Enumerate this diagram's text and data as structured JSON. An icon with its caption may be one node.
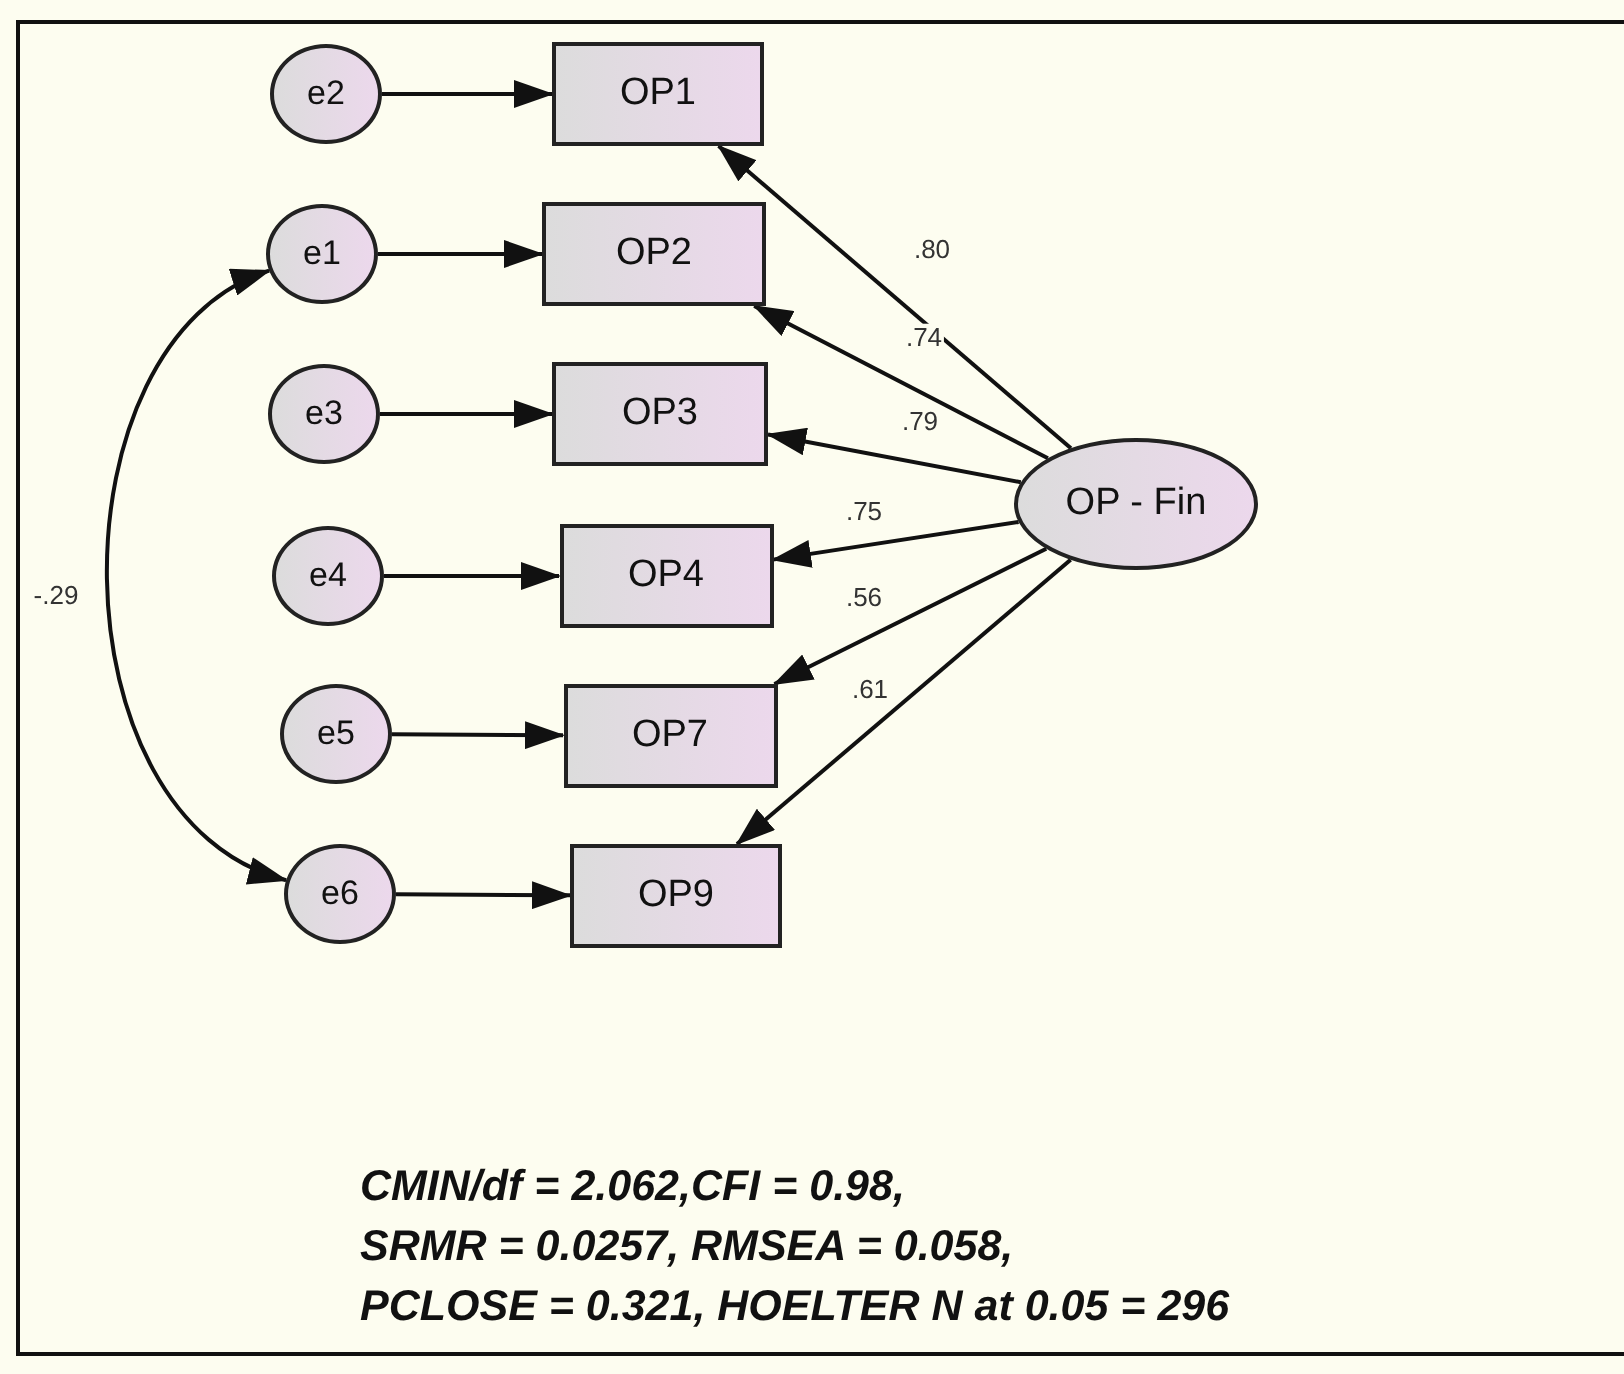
{
  "diagram": {
    "nodes": [
      {
        "text": [
          "e2"
        ]
      },
      {
        "text": [
          "OP1"
        ]
      },
      {
        "text": [
          "e1"
        ]
      },
      {
        "text": [
          "OP2"
        ]
      },
      {
        "text": [
          "e3"
        ]
      },
      {
        "text": [
          "OP3"
        ]
      },
      {
        "text": [
          "OP - Fin"
        ]
      },
      {
        "text": [
          "e4"
        ]
      },
      {
        "text": [
          "OP4"
        ]
      },
      {
        "text": [
          "e5"
        ]
      },
      {
        "text": [
          "OP7"
        ]
      },
      {
        "text": [
          "e6"
        ]
      },
      {
        "text": [
          "OP9"
        ]
      }
    ],
    "edges": [
      {
        "from": 0,
        "to": 1,
        "arrow": "to"
      },
      {
        "from": 2,
        "to": 3,
        "arrow": "to"
      },
      {
        "from": 4,
        "to": 5,
        "arrow": "to"
      },
      {
        "from": 7,
        "to": 8,
        "arrow": "to"
      },
      {
        "from": 9,
        "to": 10,
        "arrow": "to"
      },
      {
        "from": 11,
        "to": 12,
        "arrow": "to"
      },
      {
        "from": 6,
        "to": 1,
        "arrow": "to",
        "label": ".80"
      },
      {
        "from": 6,
        "to": 3,
        "arrow": "to",
        "label": ".74"
      },
      {
        "from": 6,
        "to": 5,
        "arrow": "to",
        "label": ".79"
      },
      {
        "from": 6,
        "to": 8,
        "arrow": "to",
        "label": ".75"
      },
      {
        "from": 6,
        "to": 10,
        "arrow": "to",
        "label": ".56"
      },
      {
        "from": 6,
        "to": 12,
        "arrow": "to",
        "label": ".61"
      },
      {
        "from": 2,
        "to": 11,
        "arrow": "both",
        "label": "-.29"
      }
    ],
    "labels": [
      "CMIN/df = 2.062,CFI = 0.98,",
      "SRMR = 0.0257, RMSEA = 0.058,",
      "PCLOSE = 0.321, HOELTER N at 0.05 = 296"
    ]
  }
}
